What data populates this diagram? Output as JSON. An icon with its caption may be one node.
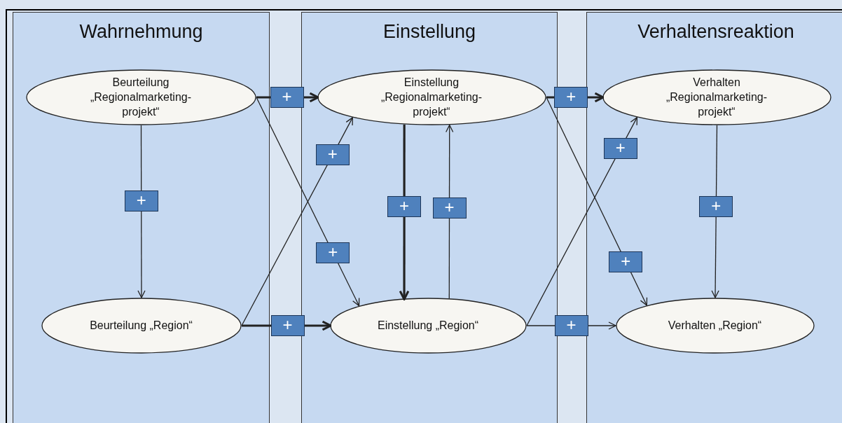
{
  "diagram": {
    "nodes": [
      {
        "text": [
          "Wahrnehmung"
        ]
      },
      {
        "text": [
          "Einstellung"
        ]
      },
      {
        "text": [
          "Verhaltensreaktion"
        ]
      },
      {
        "text": [
          "Beurteilung „Regionalmarketing-projekt“"
        ],
        "in": 0
      },
      {
        "text": [
          "Beurteilung „Region“"
        ],
        "in": 0
      },
      {
        "text": [
          "Einstellung „Regionalmarketing-projekt“"
        ],
        "in": 1
      },
      {
        "text": [
          "Einstellung „Region“"
        ],
        "in": 1
      },
      {
        "text": [
          "Verhalten „Regionalmarketing-projekt“"
        ],
        "in": 2
      },
      {
        "text": [
          "Verhalten „Region“"
        ],
        "in": 2
      }
    ],
    "edges": [
      {
        "from": 3,
        "to": 5,
        "arrow": "to",
        "label": "+",
        "style": "thick"
      },
      {
        "from": 3,
        "to": 4,
        "arrow": "to",
        "label": "+"
      },
      {
        "from": 3,
        "to": 6,
        "arrow": "to",
        "label": "+"
      },
      {
        "from": 4,
        "to": 5,
        "arrow": "to",
        "label": "+"
      },
      {
        "from": 4,
        "to": 6,
        "arrow": "to",
        "label": "+",
        "style": "thick"
      },
      {
        "from": 5,
        "to": 6,
        "arrow": "to",
        "label": "+",
        "style": "thick"
      },
      {
        "from": 6,
        "to": 5,
        "arrow": "to",
        "label": "+"
      },
      {
        "from": 5,
        "to": 7,
        "arrow": "to",
        "label": "+",
        "style": "thick"
      },
      {
        "from": 5,
        "to": 8,
        "arrow": "to",
        "label": "+"
      },
      {
        "from": 6,
        "to": 7,
        "arrow": "to",
        "label": "+"
      },
      {
        "from": 6,
        "to": 8,
        "arrow": "to",
        "label": "+"
      },
      {
        "from": 7,
        "to": 8,
        "arrow": "to",
        "label": "+"
      }
    ]
  }
}
